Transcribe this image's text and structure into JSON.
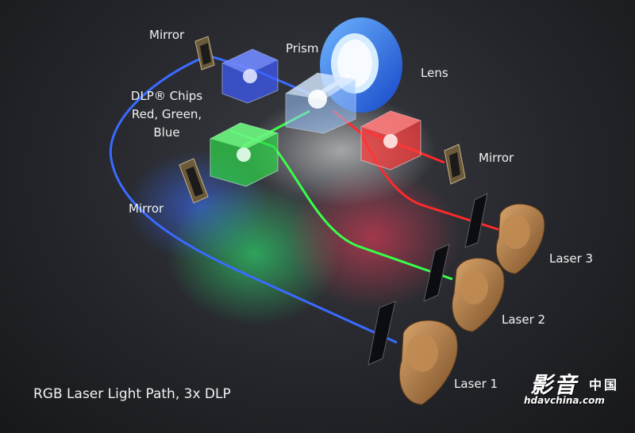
{
  "labels": {
    "mirror_top": "Mirror",
    "prism": "Prism",
    "lens": "Lens",
    "dlp_line1": "DLP® Chips",
    "dlp_line2": "Red, Green,",
    "dlp_line3": "Blue",
    "mirror_right": "Mirror",
    "mirror_left": "Mirror",
    "laser3": "Laser 3",
    "laser2": "Laser 2",
    "laser1": "Laser 1"
  },
  "caption": "RGB Laser Light Path, 3x DLP",
  "watermark": {
    "cn_main": "影音",
    "cn_sub": "中国",
    "url": "hdavchina.com"
  },
  "colors": {
    "red_beam": "#ff2a2a",
    "green_beam": "#39ff4a",
    "blue_beam": "#3a6bff",
    "lens": "#2f7dff",
    "laser_body": "#b07a45",
    "mirror": "#8a6a3a"
  }
}
